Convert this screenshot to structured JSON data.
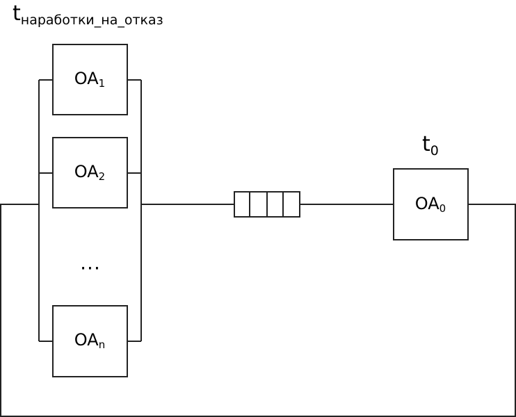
{
  "diagram": {
    "type": "queueing-system",
    "parallel_label": {
      "main": "t",
      "subscript": "наработки_на_отказ"
    },
    "server_label": {
      "main": "t",
      "subscript": "0"
    },
    "parallel_units": [
      {
        "main": "OA",
        "subscript": "1"
      },
      {
        "main": "OA",
        "subscript": "2"
      },
      {
        "main": "OA",
        "subscript": "n"
      }
    ],
    "ellipsis": "...",
    "queue": {
      "slots": 4
    },
    "server": {
      "main": "OA",
      "subscript": "0"
    },
    "colors": {
      "stroke": "#000000",
      "background": "#ffffff"
    }
  }
}
